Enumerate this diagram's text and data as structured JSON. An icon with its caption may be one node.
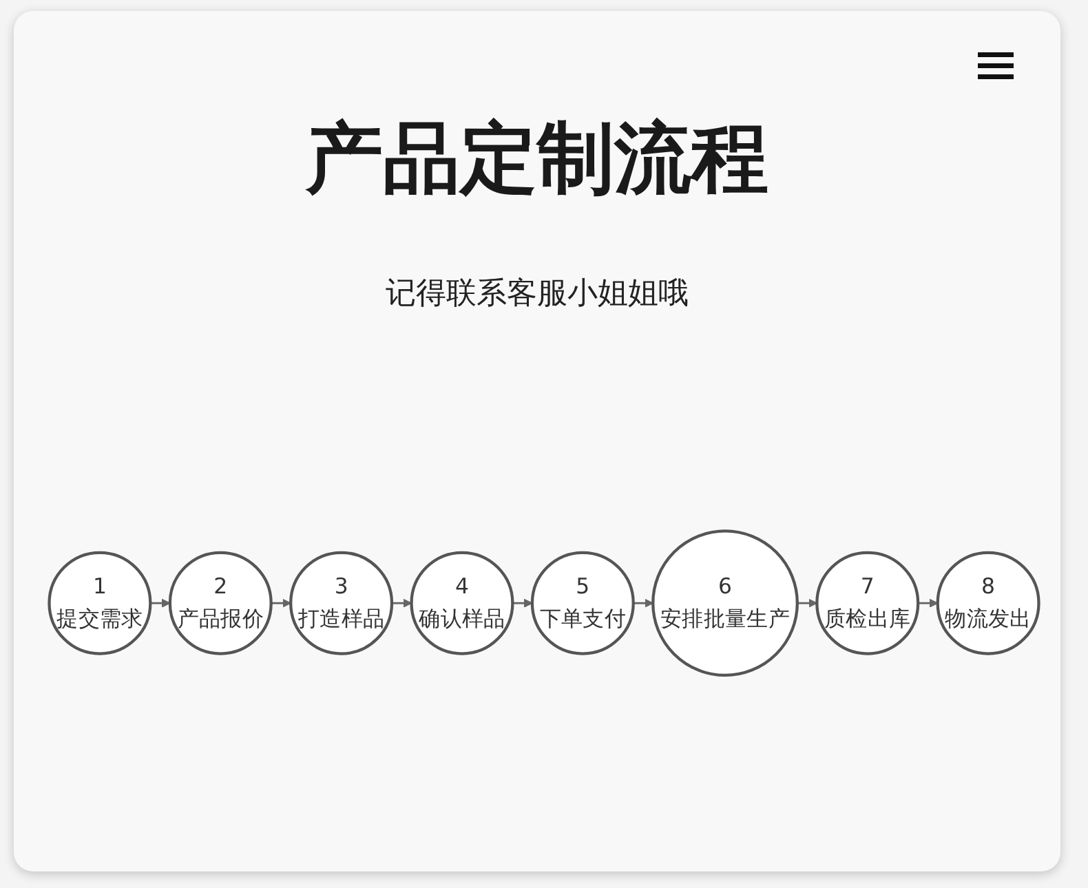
{
  "diagram": {
    "title": "产品定制流程",
    "nodes": [
      {
        "text": [
          "1",
          "提交需求"
        ]
      },
      {
        "text": [
          "2",
          "产品报价"
        ]
      },
      {
        "text": [
          "3",
          "打造样品"
        ]
      },
      {
        "text": [
          "4",
          "确认样品"
        ]
      },
      {
        "text": [
          "5",
          "下单支付"
        ]
      },
      {
        "text": [
          "6",
          "安排批量生产"
        ]
      },
      {
        "text": [
          "7",
          "质检出库"
        ]
      },
      {
        "text": [
          "8",
          "物流发出"
        ]
      }
    ],
    "edges": [
      {
        "from": 0,
        "to": 1,
        "arrow": "to"
      },
      {
        "from": 1,
        "to": 2,
        "arrow": "to"
      },
      {
        "from": 2,
        "to": 3,
        "arrow": "to"
      },
      {
        "from": 3,
        "to": 4,
        "arrow": "to"
      },
      {
        "from": 4,
        "to": 5,
        "arrow": "to"
      },
      {
        "from": 5,
        "to": 6,
        "arrow": "to"
      },
      {
        "from": 6,
        "to": 7,
        "arrow": "to"
      }
    ],
    "labels": [
      "记得联系客服小姐姐哦"
    ]
  }
}
